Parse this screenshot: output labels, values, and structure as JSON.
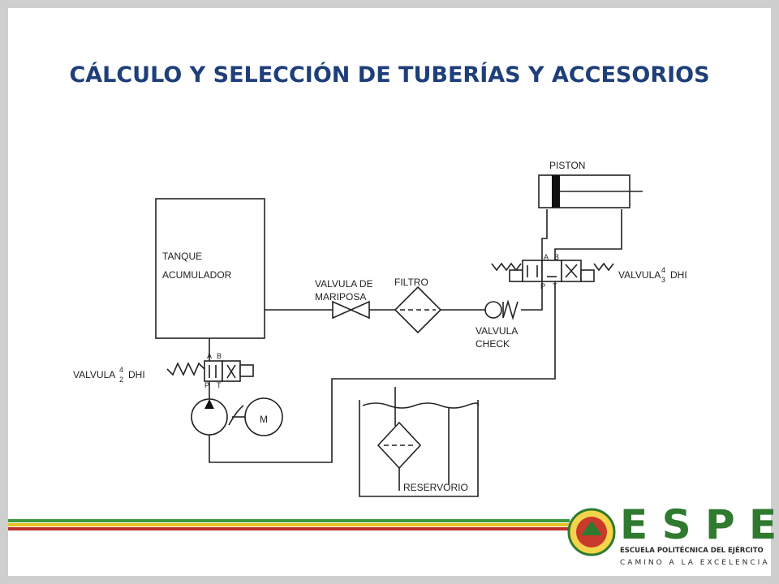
{
  "title": "CÁLCULO Y SELECCIÓN DE TUBERÍAS Y ACCESORIOS",
  "labels": {
    "tank_line1": "TANQUE",
    "tank_line2": "ACUMULADOR",
    "butterfly_line1": "VALVULA DE",
    "butterfly_line2": "MARIPOSA",
    "filter": "FILTRO",
    "check_line1": "VALVULA",
    "check_line2": "CHECK",
    "piston": "PISTON",
    "valve43_prefix": "VALVULA",
    "valve43_num": "4",
    "valve43_den": "3",
    "valve43_suffix": "DHI",
    "valve42_prefix": "VALVULA",
    "valve42_num": "4",
    "valve42_den": "2",
    "valve42_suffix": "DHI",
    "motor": "M",
    "reservoir": "RESERVORIO",
    "port_a": "A",
    "port_b": "B",
    "port_p": "P",
    "port_t": "T"
  },
  "logo": {
    "name": "E S P E",
    "subtitle": "ESCUELA POLITÉCNICA DEL EJÉRCITO",
    "motto": "CAMINO A LA EXCELENCIA"
  },
  "colors": {
    "title": "#1e3f7a",
    "stripe_green": "#3c9a3c",
    "stripe_yellow": "#e8c020",
    "stripe_red": "#c0302a",
    "logo_green": "#2f7a2f"
  }
}
